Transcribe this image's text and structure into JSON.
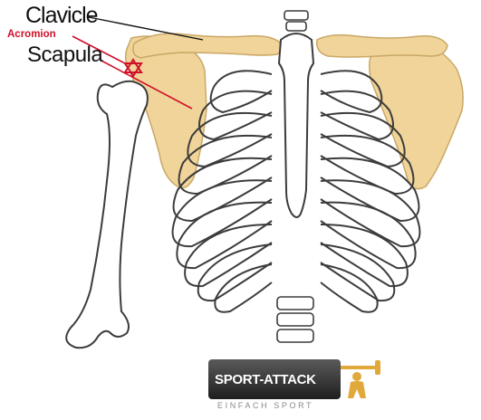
{
  "labels": {
    "clavicle": "Clavicle",
    "acromion": "Acromion",
    "scapula": "Scapula"
  },
  "logo": {
    "name": "SPORT-ATTACK",
    "tagline": "EINFACH SPORT"
  },
  "colors": {
    "bone_fill": "#ffffff",
    "bone_outline": "#3c3c3c",
    "highlight_bone": "#f0d49a",
    "pointer_line": "#d0102a",
    "logo_accent": "#e0a93a"
  }
}
